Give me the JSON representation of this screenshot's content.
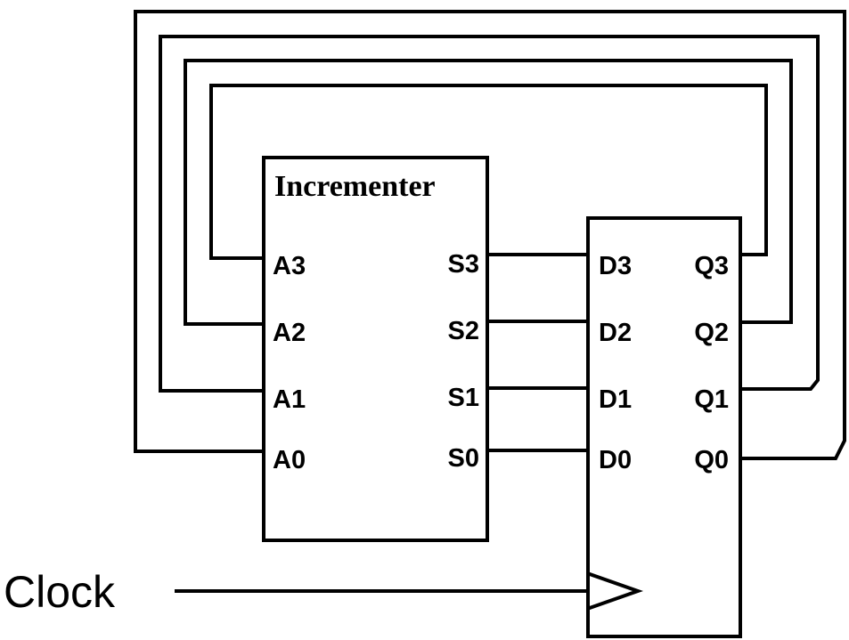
{
  "incrementer": {
    "title": "Incrementer",
    "inputs": [
      "A3",
      "A2",
      "A1",
      "A0"
    ],
    "outputs": [
      "S3",
      "S2",
      "S1",
      "S0"
    ]
  },
  "register": {
    "inputs": [
      "D3",
      "D2",
      "D1",
      "D0"
    ],
    "outputs": [
      "Q3",
      "Q2",
      "Q1",
      "Q0"
    ]
  },
  "clock": {
    "label": "Clock"
  }
}
